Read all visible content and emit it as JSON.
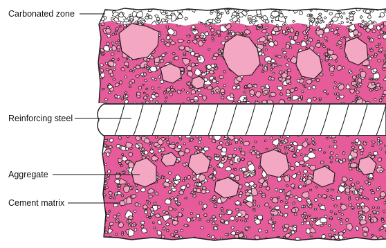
{
  "labels": {
    "carbonated_zone": "Carbonated zone",
    "reinforcing_steel": "Reinforcing steel",
    "aggregate": "Aggregate",
    "cement_matrix": "Cement matrix"
  },
  "colors": {
    "cement_pink": "#e65c9a",
    "aggregate_pink": "#f4a7c2",
    "carbonated_white": "#ffffff",
    "steel": "#ffffff",
    "outline": "#1a1a1a"
  }
}
